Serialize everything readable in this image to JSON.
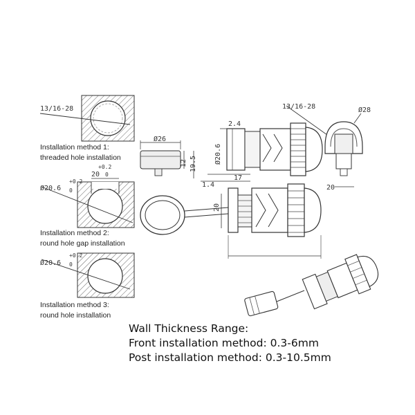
{
  "captions": {
    "method1_line1": "Installation method 1:",
    "method1_line2": "threaded hole installation",
    "method2_line1": "Installation method 2:",
    "method2_line2": "round hole gap installation",
    "method3_line1": "Installation method 3:",
    "method3_line2": "round hole installation"
  },
  "dims": {
    "thread_left": "13/16-28",
    "thread_right": "13/16-28",
    "m2_dia": "Ø20.6",
    "m2_dia_tol_top": "+0.2",
    "m2_dia_tol_bot": "0",
    "m2_gap": "20",
    "m2_gap_tol_top": "+0.2",
    "m2_gap_tol_bot": "0",
    "m3_dia": "Ø20.6",
    "m3_dia_tol_top": "+0.2",
    "m3_dia_tol_bot": "0",
    "cap_dia": "Ø26",
    "cap_h1": "12",
    "cap_h2": "19.5",
    "top_2_4": "2.4",
    "body_dia": "Ø20.6",
    "wall_1_4": "1.4",
    "len_17": "17",
    "end_dia": "Ø28",
    "end_20": "20",
    "lower_20": "20"
  },
  "specs": {
    "line1": "Wall Thickness Range:",
    "line2": "Front installation method: 0.3-6mm",
    "line3": "Post installation method: 0.3-10.5mm"
  }
}
